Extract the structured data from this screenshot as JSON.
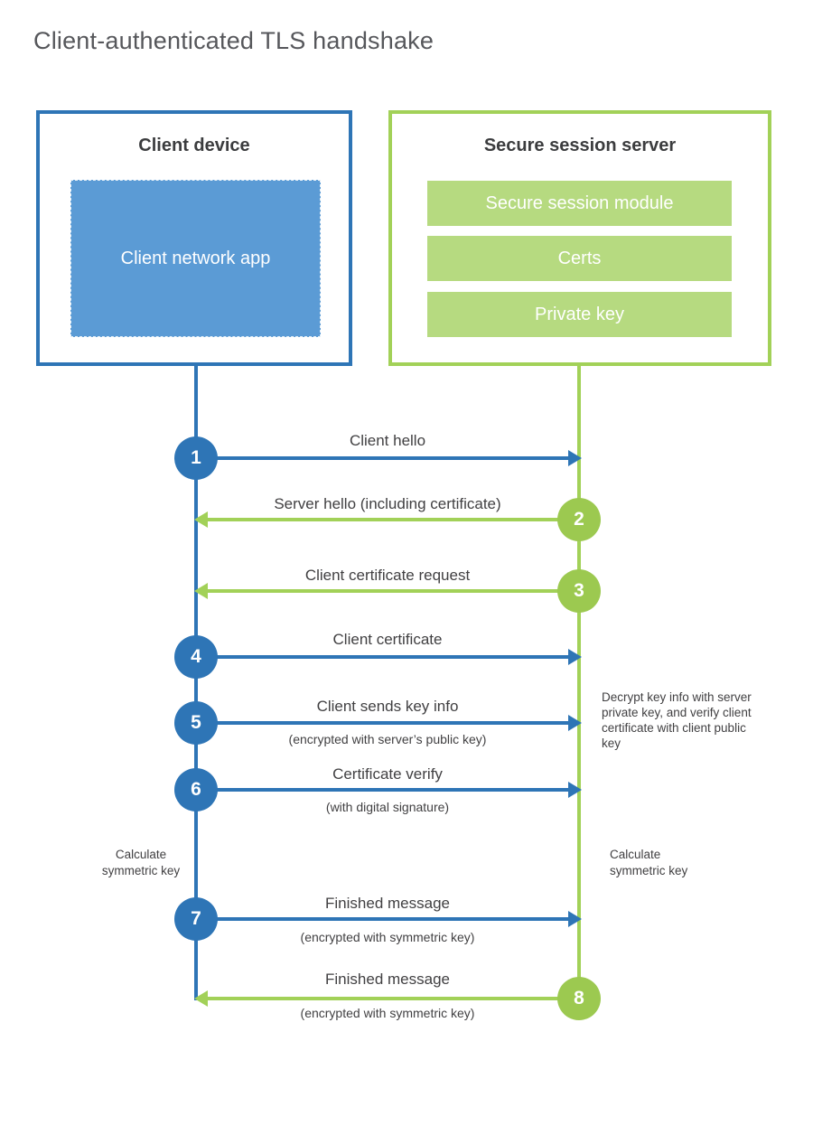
{
  "page": {
    "title": "Client-authenticated TLS handshake"
  },
  "colors": {
    "blue": "#2e75b6",
    "blue_fill": "#5b9bd5",
    "green": "#a2d158",
    "green_fill": "#b6da80",
    "label_text": "#414042",
    "heading_text": "#3b3c3e"
  },
  "client": {
    "title": "Client device",
    "app_label": "Client network app"
  },
  "server": {
    "title": "Secure session server",
    "modules": [
      "Secure session module",
      "Certs",
      "Private key"
    ]
  },
  "steps": [
    {
      "num": "1",
      "direction": "client-to-server",
      "label": "Client hello",
      "sublabel": ""
    },
    {
      "num": "2",
      "direction": "server-to-client",
      "label": "Server hello (including certificate)",
      "sublabel": ""
    },
    {
      "num": "3",
      "direction": "server-to-client",
      "label": "Client certificate request",
      "sublabel": ""
    },
    {
      "num": "4",
      "direction": "client-to-server",
      "label": "Client certificate",
      "sublabel": ""
    },
    {
      "num": "5",
      "direction": "client-to-server",
      "label": "Client sends key info",
      "sublabel": "(encrypted with server’s public key)"
    },
    {
      "num": "6",
      "direction": "client-to-server",
      "label": "Certificate verify",
      "sublabel": "(with digital signature)"
    },
    {
      "num": "7",
      "direction": "client-to-server",
      "label": "Finished message",
      "sublabel": "(encrypted with symmetric key)"
    },
    {
      "num": "8",
      "direction": "server-to-client",
      "label": "Finished message",
      "sublabel": "(encrypted with symmetric key)"
    }
  ],
  "notes": {
    "server_note": "Decrypt key info with server private key, and verify client certificate with client public key",
    "client_calc": "Calculate symmetric key",
    "server_calc": "Calculate symmetric key"
  }
}
